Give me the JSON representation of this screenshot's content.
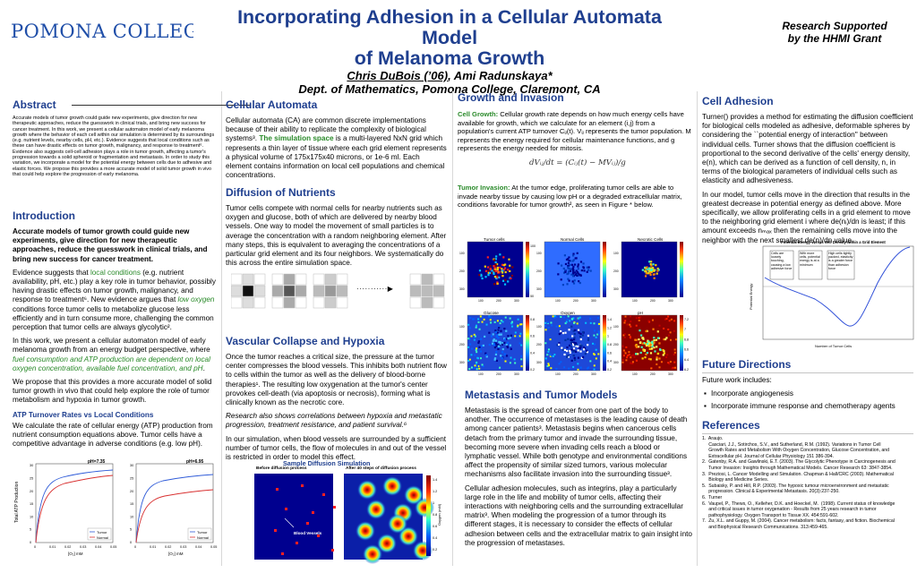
{
  "logo": {
    "text": "POMONA COLLEGE"
  },
  "header": {
    "title_line1": "Incorporating Adhesion in a Cellular Automata Model",
    "title_line2": "of Melanoma Growth",
    "authors_a": "Chris DuBois (’06)",
    "authors_b": ", Ami Radunskaya*",
    "dept": "Dept. of Mathematics, Pomona College, Claremont, CA",
    "support_line1": "Research Supported",
    "support_line2": "by the HHMI Grant"
  },
  "abstract": {
    "heading": "Abstract",
    "body": "Accurate models of tumor growth could guide new experiments, give direction for new therapeutic approaches, reduce the guesswork in clinical trials, and bring new success for cancer treatment.  In this work, we present a cellular automaton model of early melanoma growth where the behavior of each cell within our simulation is determined by its surroundings (e.g. nutrient levels, nearby cells, pH, etc.).  Evidence suggests that local conditions such as these can have drastic effects on tumor growth, malignancy, and response to treatment⁶.  Evidence also suggests cell-cell adhesion plays a role in tumor growth, affecting a tumor's progression towards a solid spheroid or fragmentation and metastasis.  In order to study this variation, we incorporate a model for the potential energy between cells due to adhesive and elastic forces.  We propose this provides a more accurate model of solid tumor growth in vivo that could help explore the progression of early melanoma."
  },
  "introduction": {
    "heading": "Introduction",
    "lead": "Accurate models of tumor growth could guide new experiments, give direction for new therapeutic approaches, reduce the guesswork in clinical trials, and bring new success for cancer treatment.",
    "p2_a": "Evidence suggests that ",
    "p2_local": "local conditions",
    "p2_b": " (e.g. nutrient availability, pH, etc.) play a key role in tumor behavior, possibly having drastic effects on tumor growth, malignancy, and response to treatment⁶.  New evidence argues that ",
    "p2_low": "low oxygen",
    "p2_c": " conditions force tumor cells to metabolize glucose less efficiently and in turn consume more, challenging the common perception that tumor cells are always glycolytic².",
    "p3_a": "In this work, we present a cellular automaton model of early melanoma growth from an energy budget perspective, where ",
    "p3_green": "fuel consumption and ATP production are dependent on local oxygen concentration, available fuel concentration, and pH",
    "p3_b": ".",
    "p4": "We propose that this provides a more accurate model of solid tumor growth in vivo that could help explore the role of tumor metabolism and hypoxia in tumor growth.",
    "atp_heading": "ATP Turnover Rates vs Local Conditions",
    "atp_body": "We calculate the rate of cellular energy (ATP) production from nutrient consumption equations above.  Tumor cells have a competitive advantage in adverse conditions (e.g. low pH)."
  },
  "atp_plots": {
    "ylabel": "Total ATP Production",
    "left_label": "pH=7.35",
    "right_label": "pH=6.95",
    "xlabel": "[O₂] mM",
    "legend": [
      "Tumor",
      "Normal"
    ],
    "xticks": [
      "0",
      "0.01",
      "0.02",
      "0.03",
      "0.04",
      "0.05"
    ],
    "yticks": [
      "0",
      "5",
      "10",
      "15",
      "20",
      "25",
      "30"
    ],
    "colors": {
      "tumor": "#2f5bd8",
      "normal": "#d83030"
    }
  },
  "cellular_automata": {
    "heading": "Cellular Automata",
    "body_a": "Cellular automata (CA) are common discrete implementations because of their ability to replicate the complexity of biological systems³.  ",
    "body_green": "The simulation space",
    "body_b": " is a multi-layered NxN grid which represents a thin layer of tissue where each grid element represents a physical volume of 175x175x40 microns, or 1e-6 ml.  Each element contains information on local cell populations and chemical concentrations."
  },
  "diffusion": {
    "heading": "Diffusion of Nutrients",
    "body": "Tumor cells compete with normal cells for nearby nutrients such as oxygen and glucose, both of which are delivered by nearby blood vessels. One way to model the movement of small particles is to average the concentration with a random neighboring element. After many steps, this is equivalent to averaging the concentrations of a particular grid element and its four neighbors.  We systematically do this across the entire simulation space.",
    "ellipsis": "···········▶"
  },
  "vascular": {
    "heading": "Vascular Collapse and Hypoxia",
    "p1": "Once the tumor reaches a critical size, the pressure at the tumor center compresses the blood vessels. This inhibits both nutrient flow to cells within the tumor as well as the delivery of blood-borne therapies¹.  The resulting low oxygenation at the tumor's center provokes cell-death (via apoptosis or necrosis), forming what is clinically known as the necrotic core.",
    "p2": "Research also shows correlations between hypoxia and metastatic progression, treatment resistance, and patient survival.⁶",
    "p3": "In our simulation, when blood vessels are surrounded by a sufficient number of tumor cells, the flow of molecules in and out of the vessel is restricted in order to model this effect.",
    "sim_title": "Sample Diffusion Simulation",
    "sim_left": "Before diffusion process",
    "sim_right": "After 40 steps of diffusion process",
    "blood_label": "Blood Vessels",
    "cb_ticks": [
      "1.4",
      "1.2",
      "1",
      "0.8",
      "0.6",
      "0.4",
      "0.2"
    ],
    "cb_label": "Oxygen (mM)"
  },
  "growth": {
    "heading": "Growth and Invasion",
    "cell_growth_label": "Cell Growth:",
    "cell_growth_body": "  Cellular growth rate depends on how much energy cells have available for growth, which we calculate for an element (i,j) from a population's current ATP turnover Cᵢⱼ(t).  Vᵢⱼ represents the tumor population.  M represents the energy required for cellular maintenance functions, and g represents the energy needed for mitosis.",
    "equation": "dVᵢⱼ/dt = (Cᵢⱼ(t) − MVᵢⱼ)/g",
    "invasion_label": "Tumor Invasion:",
    "invasion_body": "  At the tumor edge, proliferating tumor cells are able to invade nearby tissue by causing low pH or a degraded extracellular matrix, conditions favorable for tumor growth², as seen in Figure * below.",
    "panel_titles": [
      "Tumor cells",
      "Normal Cells",
      "Necrotic Cells",
      "Glucose",
      "Oxygen",
      "pH"
    ],
    "axis_ticks": [
      "100",
      "200",
      "300"
    ],
    "cb_tumor": [
      "100",
      "50"
    ],
    "cb_glucose": [
      "0.8",
      "0.6",
      "0.4",
      "0.2"
    ],
    "cb_oxygen": [
      "1.4",
      "1.2",
      "1",
      "0.8",
      "0.6",
      "0.4",
      "0.2"
    ],
    "cb_ph": [
      "7.2",
      "7",
      "6.8",
      "6.6",
      "6.4",
      "6.2"
    ]
  },
  "metastasis": {
    "heading": "Metastasis and Tumor Models",
    "p1": "Metastasis is the spread of cancer from one part of the body to another.  The occurrence of metastases is the leading cause of death among cancer patients³.  Metastasis begins when cancerous cells detach from the primary tumor and invade the surrounding tissue, becoming more severe when invading cells reach a blood or lymphatic vessel.  While both genotype and environmental conditions affect the propensity of similar sized tumors, various molecular mechanisms also facilitate invasion into the surrounding tissue³.",
    "p2": "Cellular adhesion molecules, such as integrins, play a particularly large role in the life and mobility of tumor cells, affecting their interactions with neighboring cells and the surrounding extracellular matrix³.  When modeling the progression of a tumor through its different stages, it is necessary to consider the effects of cellular adhesion between cells and the extracellular matrix to gain insight into the progression of metastases."
  },
  "adhesion": {
    "heading": "Cell Adhesion",
    "p1": "Turner() provides a method for estimating the diffusion coefficient for biological cells modeled as adhesive, deformable spheres by considering the ``potential energy of interaction'' between individual cells.  Turner shows that the diffusion coefficient is proportional to the second derivative of the cells' energy density, e(n), which can be derived as a function of cell density, n, in terms of the biological parameters of individual cells such as elasticity and adhesiveness.",
    "p2": "In our model, tumor cells move in the direction that results in the greatest decrease in potential energy as defined above. More specifically, we allow proliferating cells in a grid element to move to the neighboring grid element i where de(nᵢ)/dn is least; if this amount exceeds nₘₐₓ then the remaining cells move into the neighbor with the next smallest de(n)/dn value.",
    "chart_title": "Potential Energy versus Cell Density within a Grid Element",
    "ylabel": "Potential Energy",
    "xlabel": "Number of Tumor Cells",
    "box1": "Cells are loosely touching, causing a low adhesive force",
    "box2": "With more cells, potential energy is at a minimum",
    "box3": "High cells tightly packed, elasticity is a greater force than adhesion force"
  },
  "future": {
    "heading": "Future Directions",
    "intro": "Future work includes:",
    "items": [
      "Incorporate angiogenesis",
      "Incorporate immune response and chemotherapy agents"
    ]
  },
  "references": {
    "heading": "References",
    "items": [
      "1.  Araujo.",
      "     Casciari, J.J., Sotirchos, S.V., and Sutherland, R.M. (1992). Variations in Tumor Cell",
      "     Growth Rates and Metabolism With Oxygen Concentration, Glucose Concentration, and",
      "     Extracellular pH. Journal of Cellular Physiology 151 386-394.",
      "2.  Gatenby, R.A. and Gawlinski, E.T. (2003). The Glycolytic Phenotype in Carcinogenesis and",
      "     Tumor Invasion: Insights through Mathematical Models. Cancer Research 63: 3847-3854.",
      "3.  Preziosi, L. Cancer Modelling and Simulation. Chapman & Hall/CRC (2003). Mathematical",
      "     Biology and Medicine Series.",
      "5.  Subaisky, P. and Hill, R.P. (2003). The hypoxic tumour microenvironment and metastatic",
      "     progression. Clinical & Experimental Metastasis. 20(3):237-250.",
      "6.  Turner",
      "6.  Vaupel, P., Thews, O., Kelleher, D.K. and Hoeckel, M.  (1998). Current status of knowledge",
      "     and critical issues in tumor oxygenation - Results from 25 years research in tumor",
      "     pathophysiology. Oxygen Transport to Tissue XX. 454:591-602.",
      "7.  Zu, X.L. and Guppy, M. (2004). Cancer metabolism: facts, fantasy, and fiction. Biochemical",
      "     and Biophysical Research Communications. 313:459-465."
    ]
  }
}
